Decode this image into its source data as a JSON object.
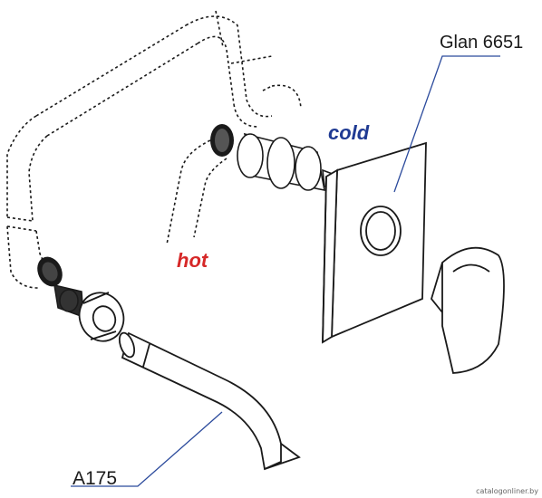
{
  "labels": {
    "panel_model": "Glan 6651",
    "cold": "cold",
    "hot": "hot",
    "spout_model": "A175",
    "watermark": "catalogonliner.by"
  },
  "colors": {
    "cold": "#1f3a93",
    "hot": "#d62828",
    "leader": "#2b4a9c",
    "outline": "#1a1a1a"
  }
}
